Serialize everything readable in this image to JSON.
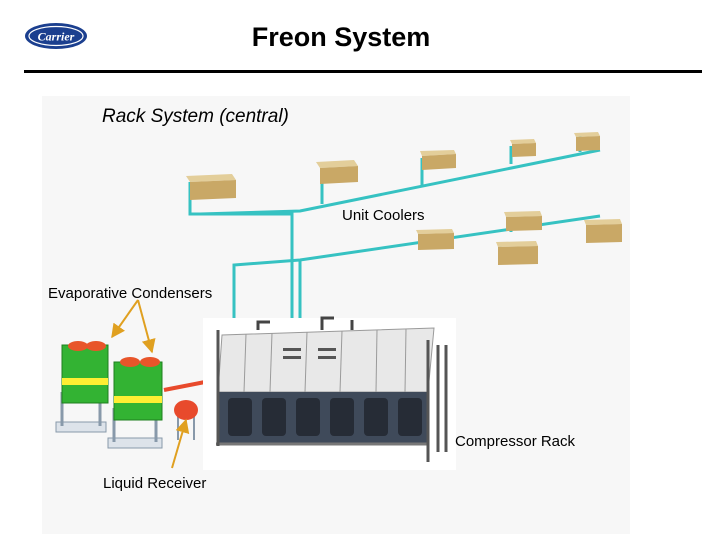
{
  "header": {
    "title": "Freon System",
    "logo_text": "Carrier"
  },
  "diagram": {
    "heading": "Rack System (central)",
    "labels": {
      "unit_coolers": "Unit Coolers",
      "evaporative_condensers": "Evaporative Condensers",
      "compressor_rack": "Compressor Rack",
      "liquid_receiver": "Liquid Receiver"
    }
  },
  "colors": {
    "piping": "#36c2c2",
    "unit_cooler": "#c9a866",
    "condenser": "#33b333",
    "receiver": "#e84a2c",
    "arrow": "#e0a020",
    "logo": "#1b3f8f"
  },
  "icons": [
    "carrier-logo",
    "unit-cooler-icon",
    "evaporative-condenser-icon",
    "compressor-rack-icon",
    "liquid-receiver-icon"
  ]
}
